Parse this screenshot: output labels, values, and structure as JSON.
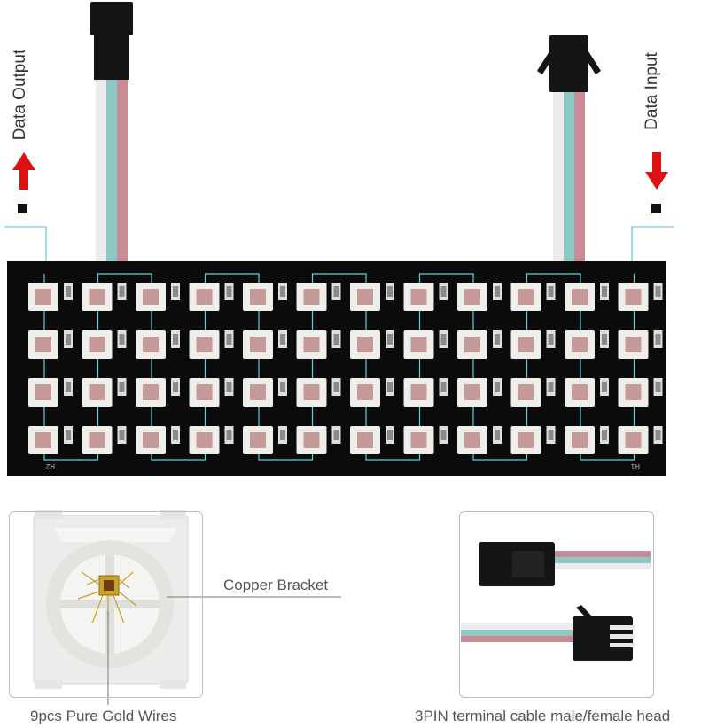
{
  "labels": {
    "data_output": "Data Output",
    "data_input": "Data Input",
    "copper_bracket": "Copper Bracket",
    "gold_wires": "9pcs Pure Gold Wires",
    "cable_head": "3PIN terminal cable male/female head",
    "pcb_mark_left": "R2",
    "pcb_mark_right": "R1"
  },
  "colors": {
    "board": "#0b0b0b",
    "trace": "#5fd0dc",
    "arrow_red": "#dd1111",
    "wire_red": "#c98b95",
    "wire_teal": "#8fc9c6",
    "wire_white": "#ececec",
    "connector": "#151515"
  },
  "board": {
    "columns": 12,
    "rows": 4
  },
  "icons": [
    "up-arrow-icon",
    "down-arrow-icon"
  ]
}
